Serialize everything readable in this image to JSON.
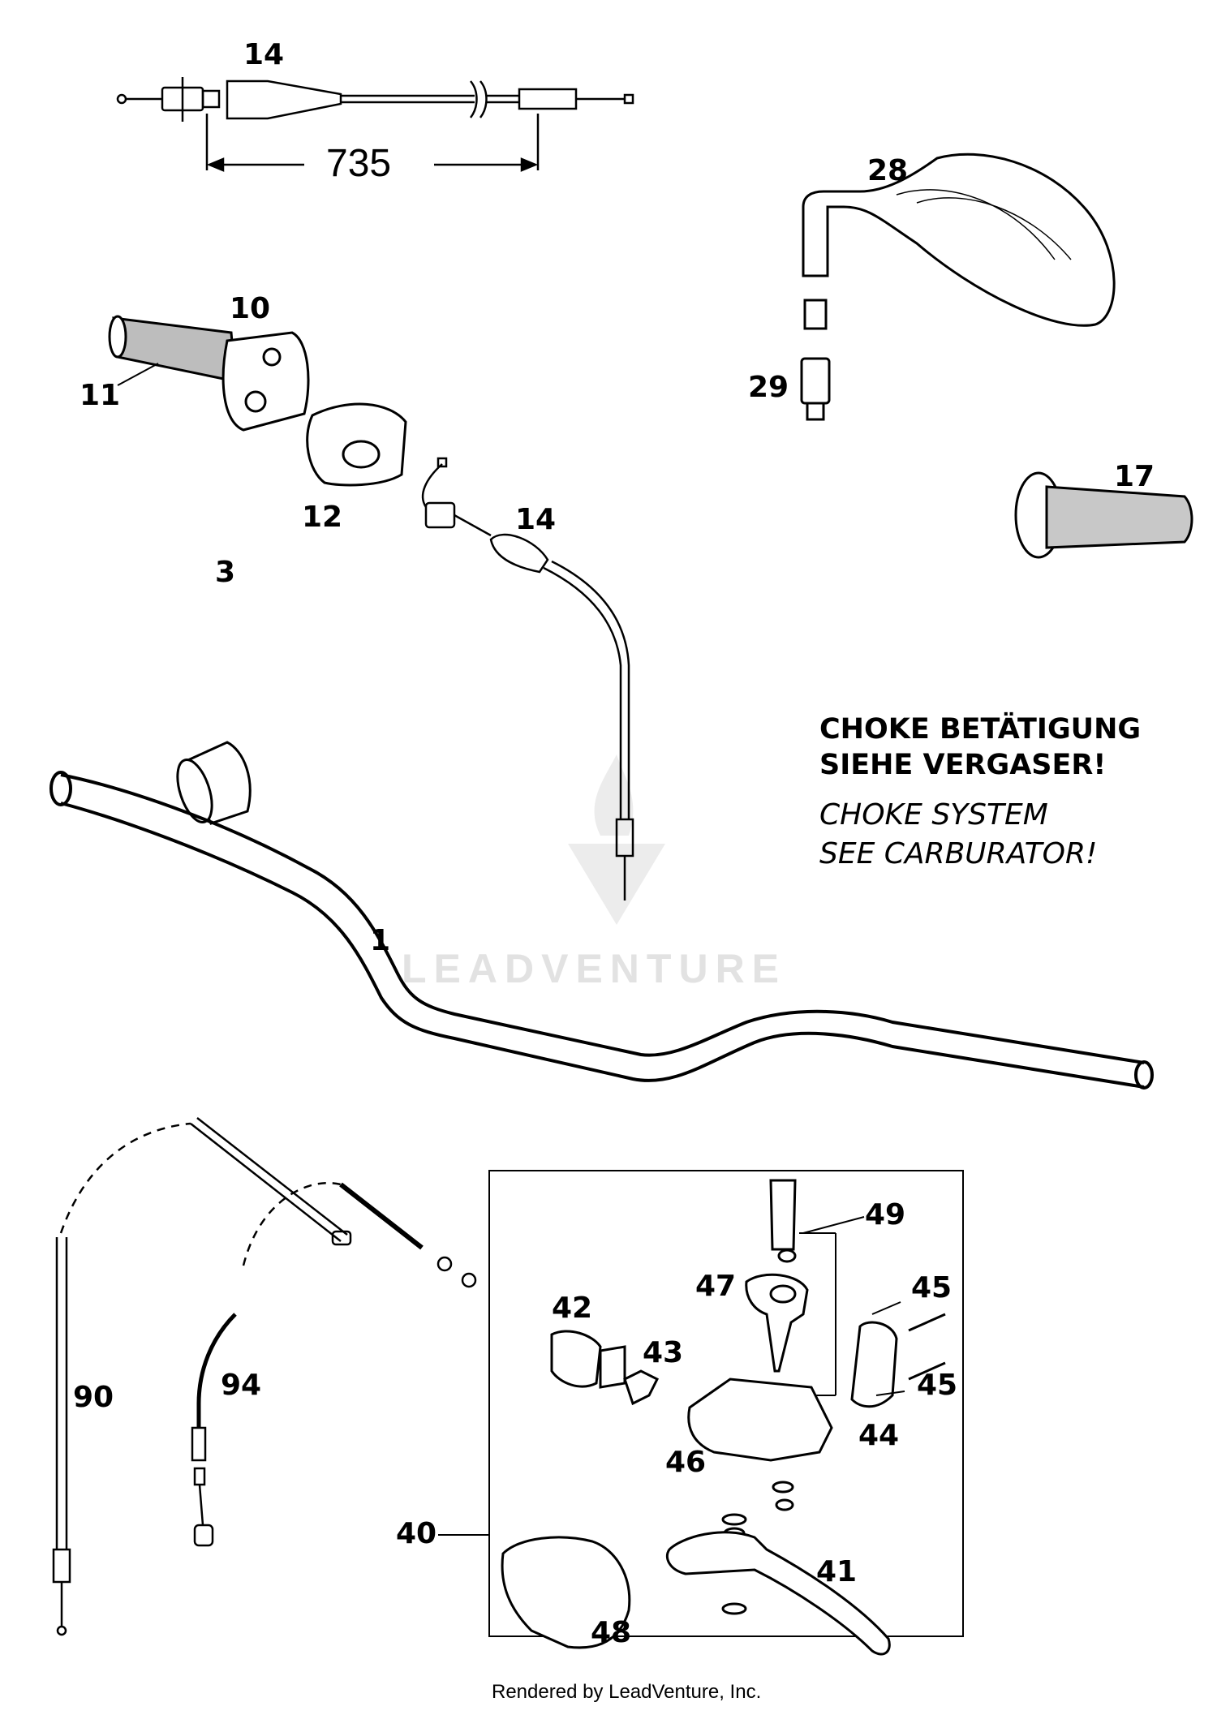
{
  "dimension": "735",
  "parts": [
    {
      "id": "14a",
      "label": "14"
    },
    {
      "id": "28",
      "label": "28"
    },
    {
      "id": "10",
      "label": "10"
    },
    {
      "id": "11",
      "label": "11"
    },
    {
      "id": "29",
      "label": "29"
    },
    {
      "id": "17",
      "label": "17"
    },
    {
      "id": "14b",
      "label": "14"
    },
    {
      "id": "12",
      "label": "12"
    },
    {
      "id": "3",
      "label": "3"
    },
    {
      "id": "1",
      "label": "1"
    },
    {
      "id": "49",
      "label": "49"
    },
    {
      "id": "47",
      "label": "47"
    },
    {
      "id": "45a",
      "label": "45"
    },
    {
      "id": "42",
      "label": "42"
    },
    {
      "id": "43",
      "label": "43"
    },
    {
      "id": "45b",
      "label": "45"
    },
    {
      "id": "90",
      "label": "90"
    },
    {
      "id": "94",
      "label": "94"
    },
    {
      "id": "44",
      "label": "44"
    },
    {
      "id": "46",
      "label": "46"
    },
    {
      "id": "40",
      "label": "40"
    },
    {
      "id": "41",
      "label": "41"
    },
    {
      "id": "48",
      "label": "48"
    }
  ],
  "note": {
    "de_line1": "CHOKE BETÄTIGUNG",
    "de_line2": "SIEHE VERGASER!",
    "en_line1": "CHOKE SYSTEM",
    "en_line2": "SEE CARBURATOR!"
  },
  "watermark": "LEADVENTURE",
  "footer": "Rendered by LeadVenture, Inc."
}
